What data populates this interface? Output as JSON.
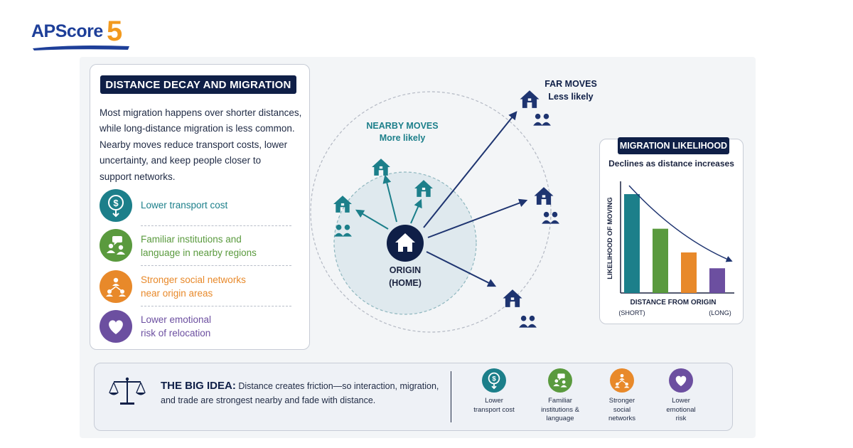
{
  "brand": {
    "ap": "AP",
    "score": "Score",
    "five": "5"
  },
  "left_panel": {
    "title": "DISTANCE DECAY AND MIGRATION",
    "desc_lines": [
      "Most migration happens over shorter distances,",
      "while long-distance migration is less common.",
      "Nearby moves reduce transport costs, lower",
      "uncertainty, and keep people closer to",
      "support networks."
    ],
    "benefits": [
      {
        "icon": "dollar-down-icon",
        "color": "#1c7f8a",
        "lines": [
          "Lower transport cost"
        ]
      },
      {
        "icon": "institution-chat-icon",
        "color": "#5a9a3e",
        "lines": [
          "Familiar institutions and",
          "language in nearby regions"
        ]
      },
      {
        "icon": "social-network-icon",
        "color": "#e8892a",
        "lines": [
          "Stronger social networks",
          "near origin areas"
        ]
      },
      {
        "icon": "heart-icon",
        "color": "#6c4fa0",
        "lines": [
          "Lower emotional",
          "risk of relocation"
        ]
      }
    ]
  },
  "diagram": {
    "nearby_title": "NEARBY MOVES",
    "nearby_sub": "More likely",
    "far_title": "FAR MOVES",
    "far_sub": "Less likely",
    "origin_line1": "ORIGIN",
    "origin_line2": "(HOME)",
    "colors": {
      "near": "#1c7f8a",
      "far": "#1e3470",
      "origin": "#0f1f47"
    }
  },
  "right_panel": {
    "title": "MIGRATION LIKELIHOOD",
    "subtitle": "Declines as distance increases",
    "chart_data": {
      "type": "bar",
      "title": "MIGRATION LIKELIHOOD",
      "subtitle": "Declines as distance increases",
      "ylabel": "LIKELIHOOD OF MOVING",
      "xlabel": "DISTANCE FROM ORIGIN",
      "x_start_label": "(SHORT)",
      "x_end_label": "(LONG)",
      "categories": [
        "1",
        "2",
        "3",
        "4"
      ],
      "values": [
        1.0,
        0.65,
        0.41,
        0.25
      ],
      "colors": [
        "#1c7f8a",
        "#5a9a3e",
        "#e8892a",
        "#6c4fa0"
      ],
      "ylim": [
        0,
        1.1
      ],
      "trend": "decay curve"
    }
  },
  "bottom": {
    "big_idea_label": "THE BIG IDEA:",
    "big_idea_text": "Distance creates friction—so interaction, migration, and trade are strongest nearby and fade with distance.",
    "icons": [
      {
        "icon": "dollar-down-icon",
        "color": "#1c7f8a",
        "lines": [
          "Lower",
          "transport cost"
        ]
      },
      {
        "icon": "institution-chat-icon",
        "color": "#5a9a3e",
        "lines": [
          "Familiar",
          "institutions &",
          "language"
        ]
      },
      {
        "icon": "social-network-icon",
        "color": "#e8892a",
        "lines": [
          "Stronger",
          "social",
          "networks"
        ]
      },
      {
        "icon": "heart-icon",
        "color": "#6c4fa0",
        "lines": [
          "Lower",
          "emotional",
          "risk"
        ]
      }
    ]
  }
}
